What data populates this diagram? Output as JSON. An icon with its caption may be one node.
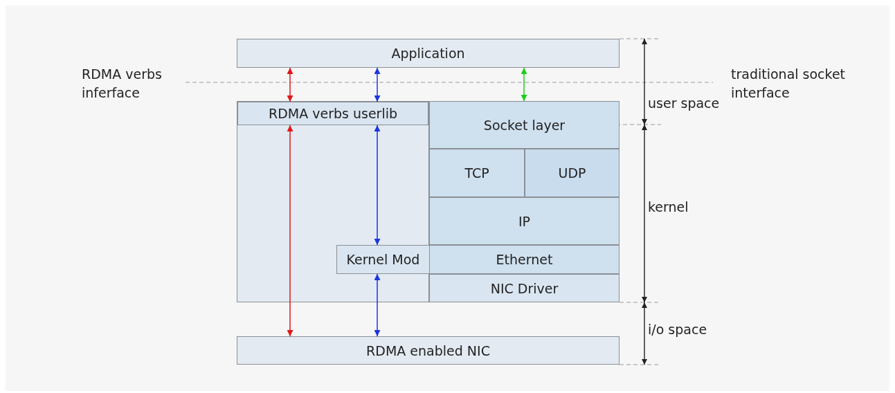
{
  "diagram": {
    "nodes": [
      {
        "text": [
          "Application"
        ]
      },
      {
        "text": [],
        "shape": "box"
      },
      {
        "text": [
          "RDMA verbs userlib"
        ],
        "in": 1
      },
      {
        "text": [
          "Socket layer"
        ]
      },
      {
        "text": [
          "TCP"
        ]
      },
      {
        "text": [
          "UDP"
        ]
      },
      {
        "text": [
          "IP"
        ]
      },
      {
        "text": [
          "Kernel Mod"
        ],
        "in": 1
      },
      {
        "text": [
          "Ethernet"
        ]
      },
      {
        "text": [
          "NIC Driver"
        ]
      },
      {
        "text": [
          "RDMA enabled NIC"
        ]
      }
    ],
    "edges": [
      {
        "from": 0,
        "to": 2,
        "arrow": "both",
        "color": "#e0161a"
      },
      {
        "from": 0,
        "to": 2,
        "arrow": "both",
        "color": "#1a36e0"
      },
      {
        "from": 0,
        "to": 3,
        "arrow": "both",
        "color": "#18d018"
      },
      {
        "from": 2,
        "to": 10,
        "arrow": "both",
        "color": "#e0161a"
      },
      {
        "from": 2,
        "to": 7,
        "arrow": "both",
        "color": "#1a36e0"
      },
      {
        "from": 7,
        "to": 10,
        "arrow": "both",
        "color": "#1a36e0"
      }
    ],
    "labels": [
      "RDMA verbs inferface",
      "traditional socket interface",
      "user space",
      "kernel",
      "i/o space"
    ]
  }
}
